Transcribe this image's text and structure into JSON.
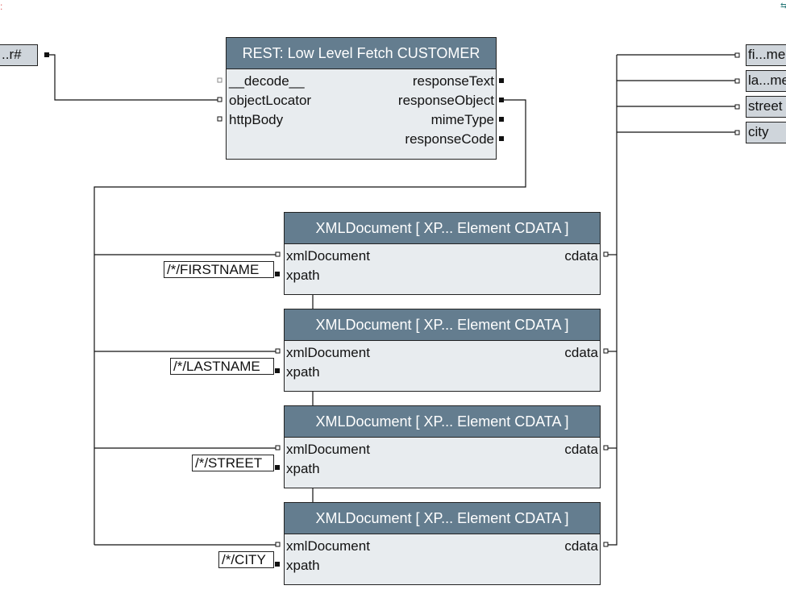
{
  "left_input": {
    "label": "..r#"
  },
  "rest_node": {
    "title": "REST: Low Level Fetch CUSTOMER",
    "inputs": [
      "__decode__",
      "objectLocator",
      "httpBody"
    ],
    "outputs": [
      "responseText",
      "responseObject",
      "mimeType",
      "responseCode"
    ]
  },
  "xml_nodes": [
    {
      "title": "XMLDocument [ XP... Element CDATA ]",
      "in1": "xmlDocument",
      "in2": "xpath",
      "out": "cdata",
      "xpath_value": "/*/FIRSTNAME"
    },
    {
      "title": "XMLDocument [ XP... Element CDATA ]",
      "in1": "xmlDocument",
      "in2": "xpath",
      "out": "cdata",
      "xpath_value": "/*/LASTNAME"
    },
    {
      "title": "XMLDocument [ XP... Element CDATA ]",
      "in1": "xmlDocument",
      "in2": "xpath",
      "out": "cdata",
      "xpath_value": "/*/STREET"
    },
    {
      "title": "XMLDocument [ XP... Element CDATA ]",
      "in1": "xmlDocument",
      "in2": "xpath",
      "out": "cdata",
      "xpath_value": "/*/CITY"
    }
  ],
  "outputs": [
    "fi...me",
    "la...me",
    "street",
    "city"
  ],
  "colors": {
    "header": "#647d8f",
    "body": "#e8ecef",
    "terminal": "#cfd5db"
  }
}
